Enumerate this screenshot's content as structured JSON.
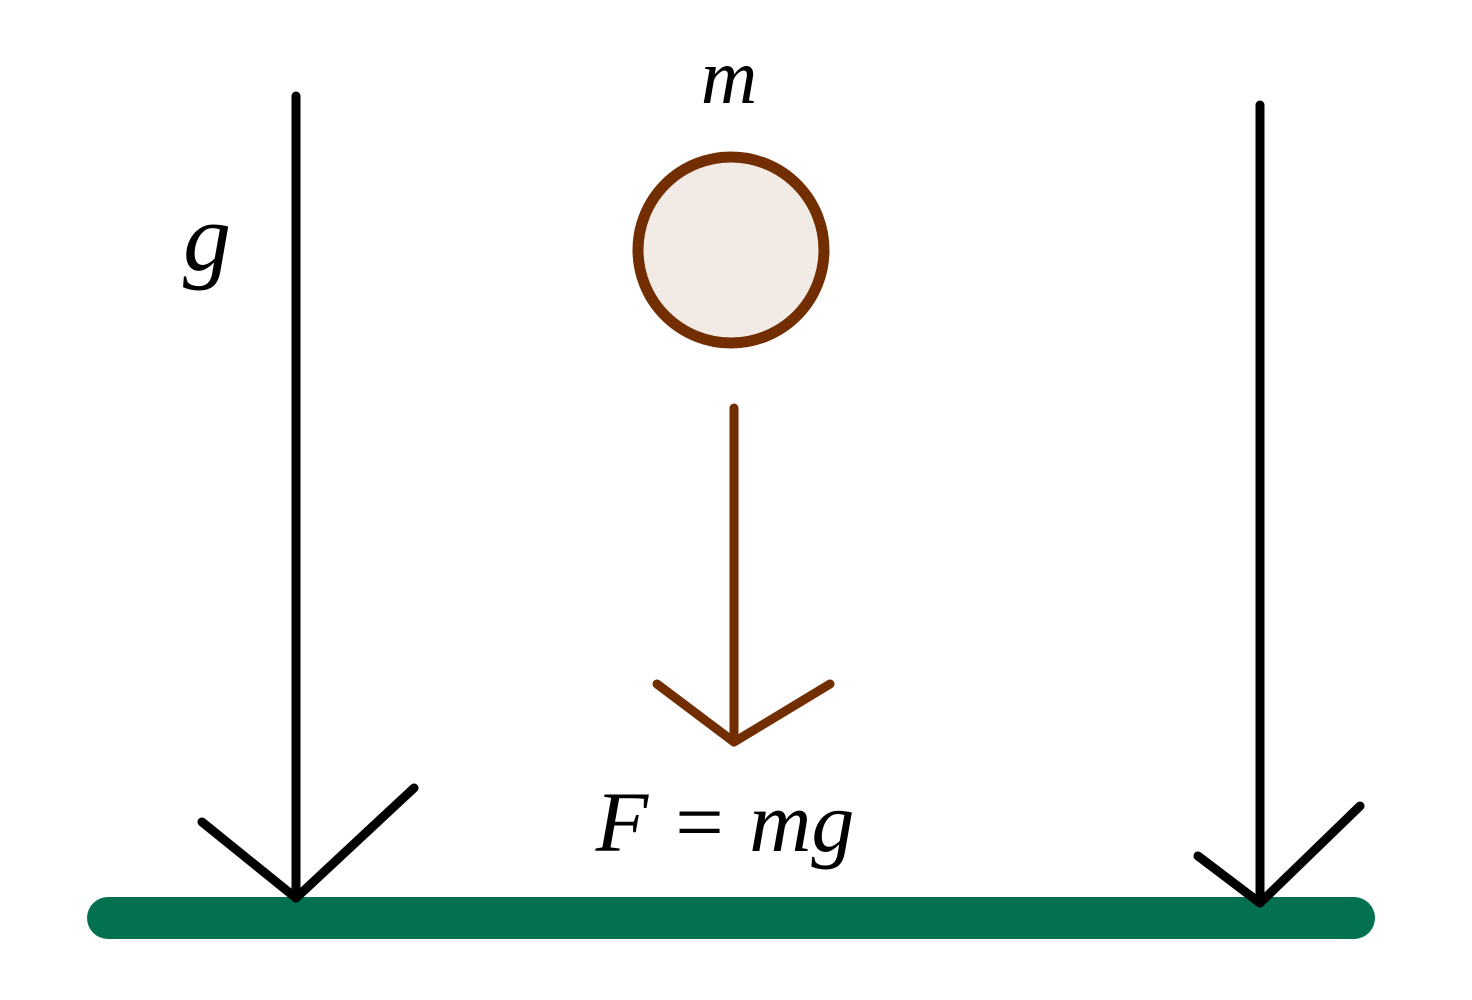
{
  "labels": {
    "mass": "m",
    "gravity": "g",
    "force_eq": "F = mg"
  },
  "colors": {
    "ball_stroke": "#722d00",
    "ball_fill": "#f2ebe5",
    "force_arrow": "#722d00",
    "gravity_arrows": "#000000",
    "ground": "#037150"
  }
}
